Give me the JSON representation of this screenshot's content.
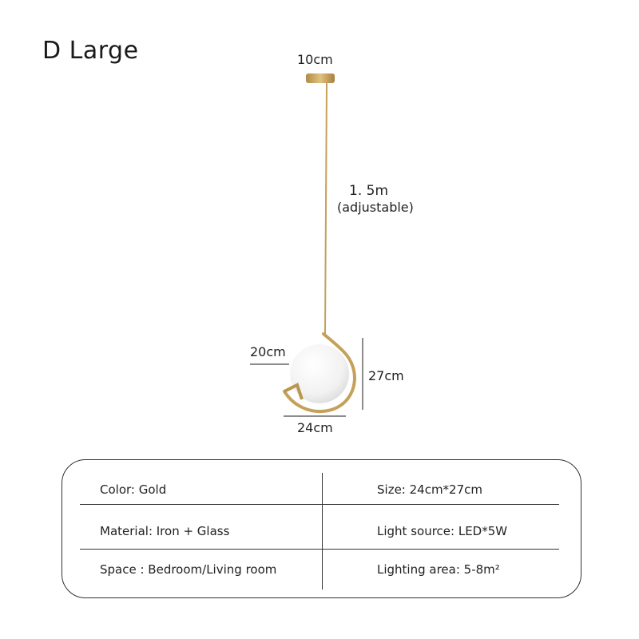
{
  "title": "D Large",
  "dimensions": {
    "canopy": "10cm",
    "cord_length": "1. 5m",
    "cord_note": "(adjustable)",
    "globe": "20cm",
    "height": "27cm",
    "width": "24cm"
  },
  "colors": {
    "gold": "#c4a15a",
    "line": "#333333"
  },
  "specs": {
    "rows": [
      {
        "left": "Color: Gold",
        "right": "Size: 24cm*27cm"
      },
      {
        "left": "Material: Iron + Glass",
        "right": "Light source: LED*5W"
      },
      {
        "left": "Space : Bedroom/Living room",
        "right": "Lighting area: 5-8m²"
      }
    ]
  }
}
